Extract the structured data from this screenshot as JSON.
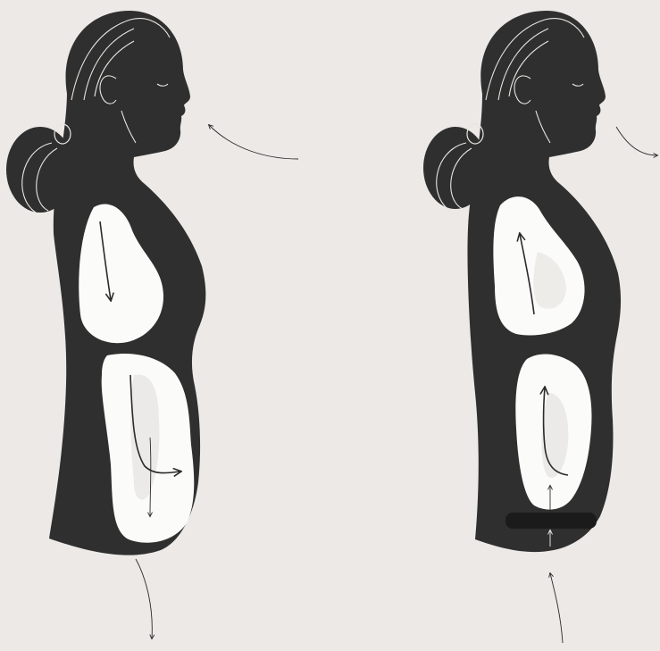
{
  "diagram": {
    "panels": [
      {
        "id": "inhale",
        "chest_flow": "down",
        "belly_flow": "down-and-out",
        "external_air_flow": "into-nose"
      },
      {
        "id": "exhale",
        "chest_flow": "up",
        "belly_flow": "up",
        "external_air_flow": "out-of-nose"
      }
    ],
    "colors": {
      "background": "#ece9e6",
      "silhouette": "#2f2f2f",
      "cavity": "#fbfbfa",
      "arrow": "#2b2b2b"
    }
  }
}
